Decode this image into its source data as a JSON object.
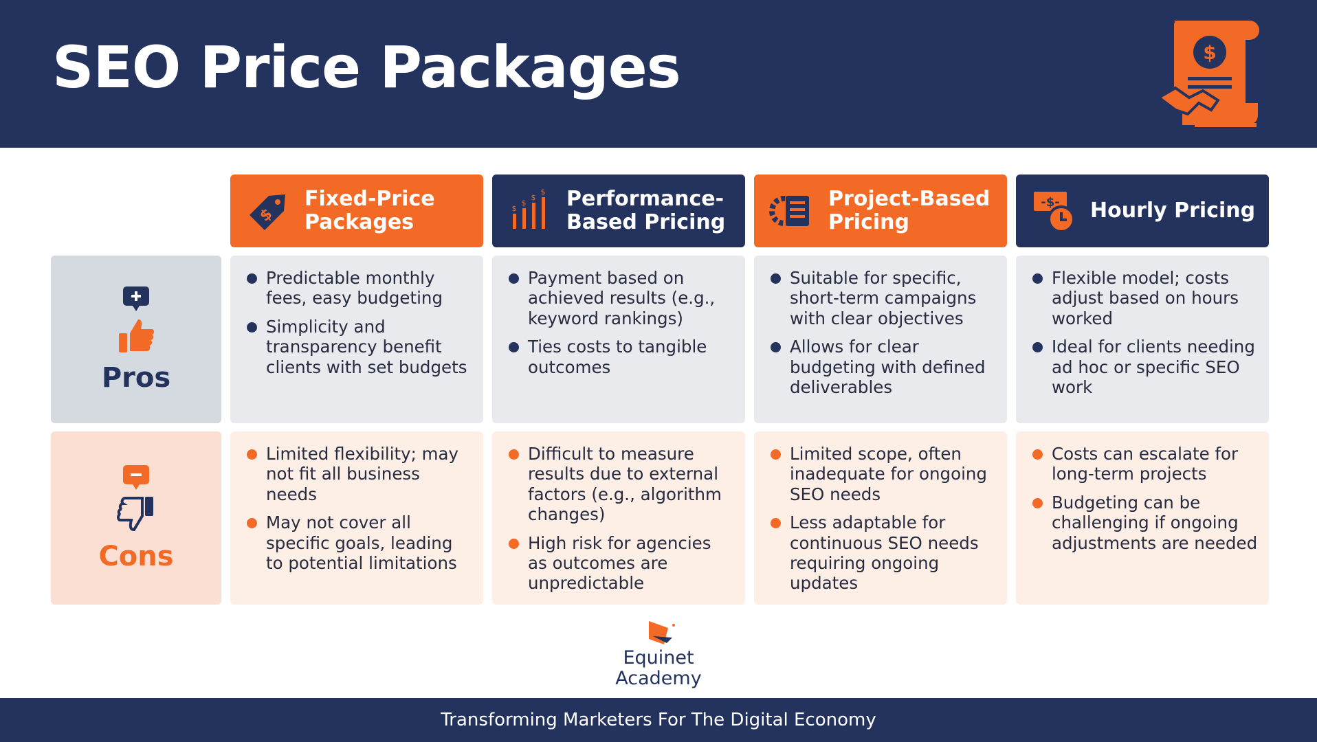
{
  "title": "SEO Price Packages",
  "colors": {
    "navy": "#24335d",
    "orange": "#f26a26",
    "pros_bg": "#e8eaee",
    "cons_bg": "#fdeee6"
  },
  "icons": {
    "header": "contract-handshake-icon",
    "columns": [
      "price-tag-icon",
      "bar-chart-dollar-icon",
      "project-document-icon",
      "hourly-cash-clock-icon"
    ],
    "pros": [
      "plus-bubble-icon",
      "thumbs-up-icon"
    ],
    "cons": [
      "minus-bubble-icon",
      "thumbs-down-icon"
    ]
  },
  "columns": [
    {
      "label": "Fixed-Price Packages",
      "style": "orange"
    },
    {
      "label": "Performance-Based Pricing",
      "style": "navy"
    },
    {
      "label": "Project-Based Pricing",
      "style": "orange"
    },
    {
      "label": "Hourly Pricing",
      "style": "navy"
    }
  ],
  "rows": {
    "pros": {
      "label": "Pros",
      "cells": [
        [
          "Predictable monthly fees, easy budgeting",
          "Simplicity and transparency benefit clients with set budgets"
        ],
        [
          "Payment based on achieved results (e.g., keyword rankings)",
          "Ties costs to tangible outcomes"
        ],
        [
          "Suitable for specific, short-term campaigns with clear objectives",
          "Allows for clear budgeting with defined deliverables"
        ],
        [
          "Flexible model; costs adjust based on hours worked",
          "Ideal for clients needing ad hoc or specific SEO work"
        ]
      ]
    },
    "cons": {
      "label": "Cons",
      "cells": [
        [
          "Limited flexibility; may not fit all business needs",
          "May not cover all specific goals, leading to potential limitations"
        ],
        [
          "Difficult to measure results due to external factors (e.g., algorithm changes)",
          "High risk for agencies as outcomes are unpredictable"
        ],
        [
          "Limited scope, often inadequate for ongoing SEO needs",
          "Less adaptable for continuous SEO needs requiring ongoing updates"
        ],
        [
          "Costs can escalate for long-term projects",
          "Budgeting can be challenging if ongoing adjustments are needed"
        ]
      ]
    }
  },
  "logo": {
    "line1": "Equinet",
    "line2": "Academy"
  },
  "footer": "Transforming Marketers For The Digital Economy"
}
